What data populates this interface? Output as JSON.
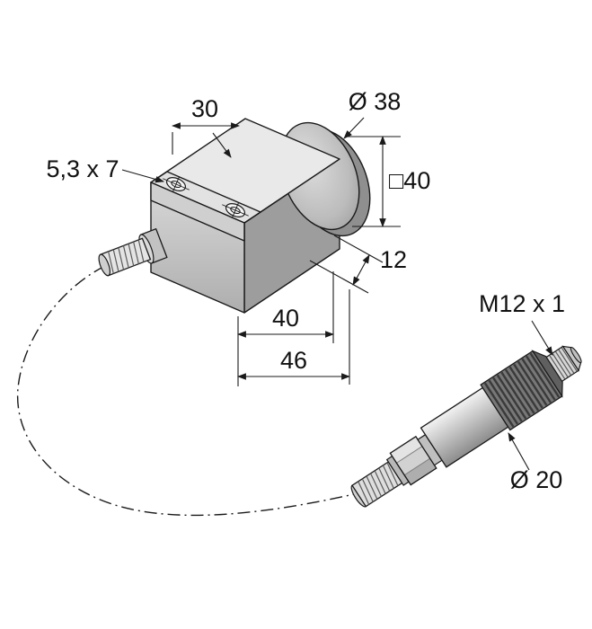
{
  "page": {
    "background": "#ffffff"
  },
  "drawing": {
    "kind": "technical-dimension-drawing",
    "labels": {
      "top_width": "30",
      "flange_diameter": "Ø 38",
      "mounting_slot": "5,3 x 7",
      "body_square": "□40",
      "flange_depth": "12",
      "body_depth": "40",
      "total_depth": "46",
      "connector_thread": "M12 x 1",
      "connector_diameter": "Ø 20"
    },
    "colors": {
      "line": "#1a1a1a",
      "face_light": "#e9e9e9",
      "face_mid": "#c6c6c6",
      "face_dark": "#9d9d9d",
      "knurl_dark": "#787878",
      "background": "#ffffff"
    }
  }
}
